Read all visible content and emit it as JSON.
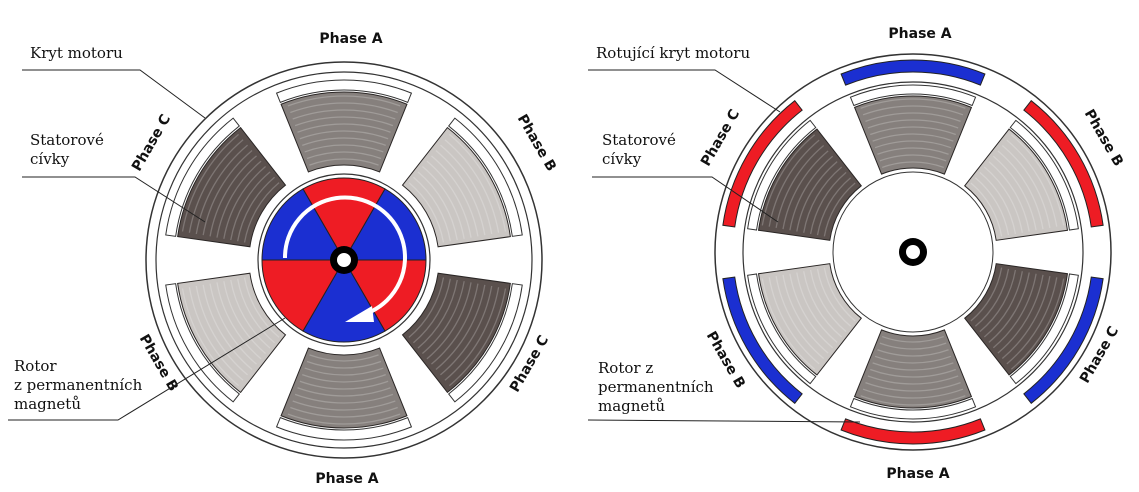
{
  "left_motor": {
    "labels": {
      "housing": "Kryt motoru",
      "stator_coils": "Statorové\ncívky",
      "rotor": "Rotor\nz permanentních\nmagnetů"
    },
    "phases": {
      "top": "Phase A",
      "right_upper": "Phase B",
      "right_lower": "Phase C",
      "bottom": "Phase A",
      "left_lower": "Phase B",
      "left_upper": "Phase C"
    }
  },
  "right_motor": {
    "labels": {
      "housing": "Rotující kryt motoru",
      "stator_coils": "Statorové\ncívky",
      "rotor": "Rotor z\npermanentních\nmagnetů"
    },
    "phases": {
      "top": "Phase A",
      "right_upper": "Phase B",
      "right_lower": "Phase C",
      "bottom": "Phase A",
      "left_lower": "Phase B",
      "left_upper": "Phase C"
    }
  },
  "colors": {
    "magnet_north": "#ee1c24",
    "magnet_south": "#1b2fd1",
    "coil_dark": "#5a504d",
    "coil_medium": "#86807d",
    "coil_light": "#cac6c3",
    "housing_outline": "#333333"
  }
}
